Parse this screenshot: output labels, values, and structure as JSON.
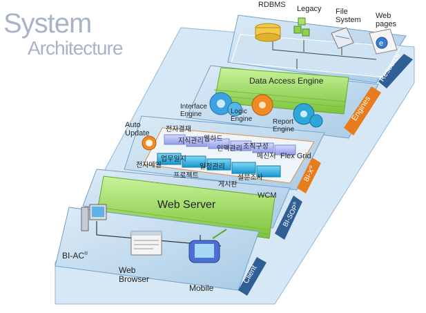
{
  "title": {
    "line1": "System",
    "line2": "Architecture"
  },
  "layers": {
    "resource": "Resource",
    "engines": "Engines",
    "bix": "BI-X",
    "bisop": "BI-SOP",
    "client": "Client"
  },
  "resources": {
    "rdbms": "RDBMS",
    "legacy": "Legacy",
    "file_system": [
      "File",
      "System"
    ],
    "web_pages": [
      "Web",
      "pages"
    ]
  },
  "engines": {
    "data_access": "Data Access Engine",
    "interface": [
      "Interface",
      "Engine"
    ],
    "logic": [
      "Logic",
      "Engine"
    ],
    "report": [
      "Report",
      "Engine"
    ]
  },
  "bix_modules": {
    "auto_update": [
      "Auto",
      "Update"
    ],
    "e_approval": "전자결재",
    "knowledge_mgmt": "지식관리",
    "webhard": "웹하드",
    "hr_mgmt": "인맥관리",
    "org_chart": "조직구성",
    "messenger": "메신저",
    "flex_grid": "Flex Grid",
    "e_mail": "전자메일",
    "work_diary": "업무일지",
    "schedule": "일정관리",
    "project": "프로젝트",
    "bulletin": "게시판",
    "survey": "설문조사",
    "wcm": "WCM"
  },
  "web_server": "Web Server",
  "clients": {
    "biac": "BI-AC",
    "web_browser": [
      "Web",
      "Browser"
    ],
    "mobile": "Mobile"
  },
  "colors": {
    "slab": "#b7d6ec",
    "slab_edge": "#6f9fc9",
    "tab_blue": "#2f5f95",
    "tab_orange": "#e87c1d",
    "green": "#8fd14f",
    "module_purple": "#aab3f2",
    "module_cyan": "#2ab0e0"
  }
}
